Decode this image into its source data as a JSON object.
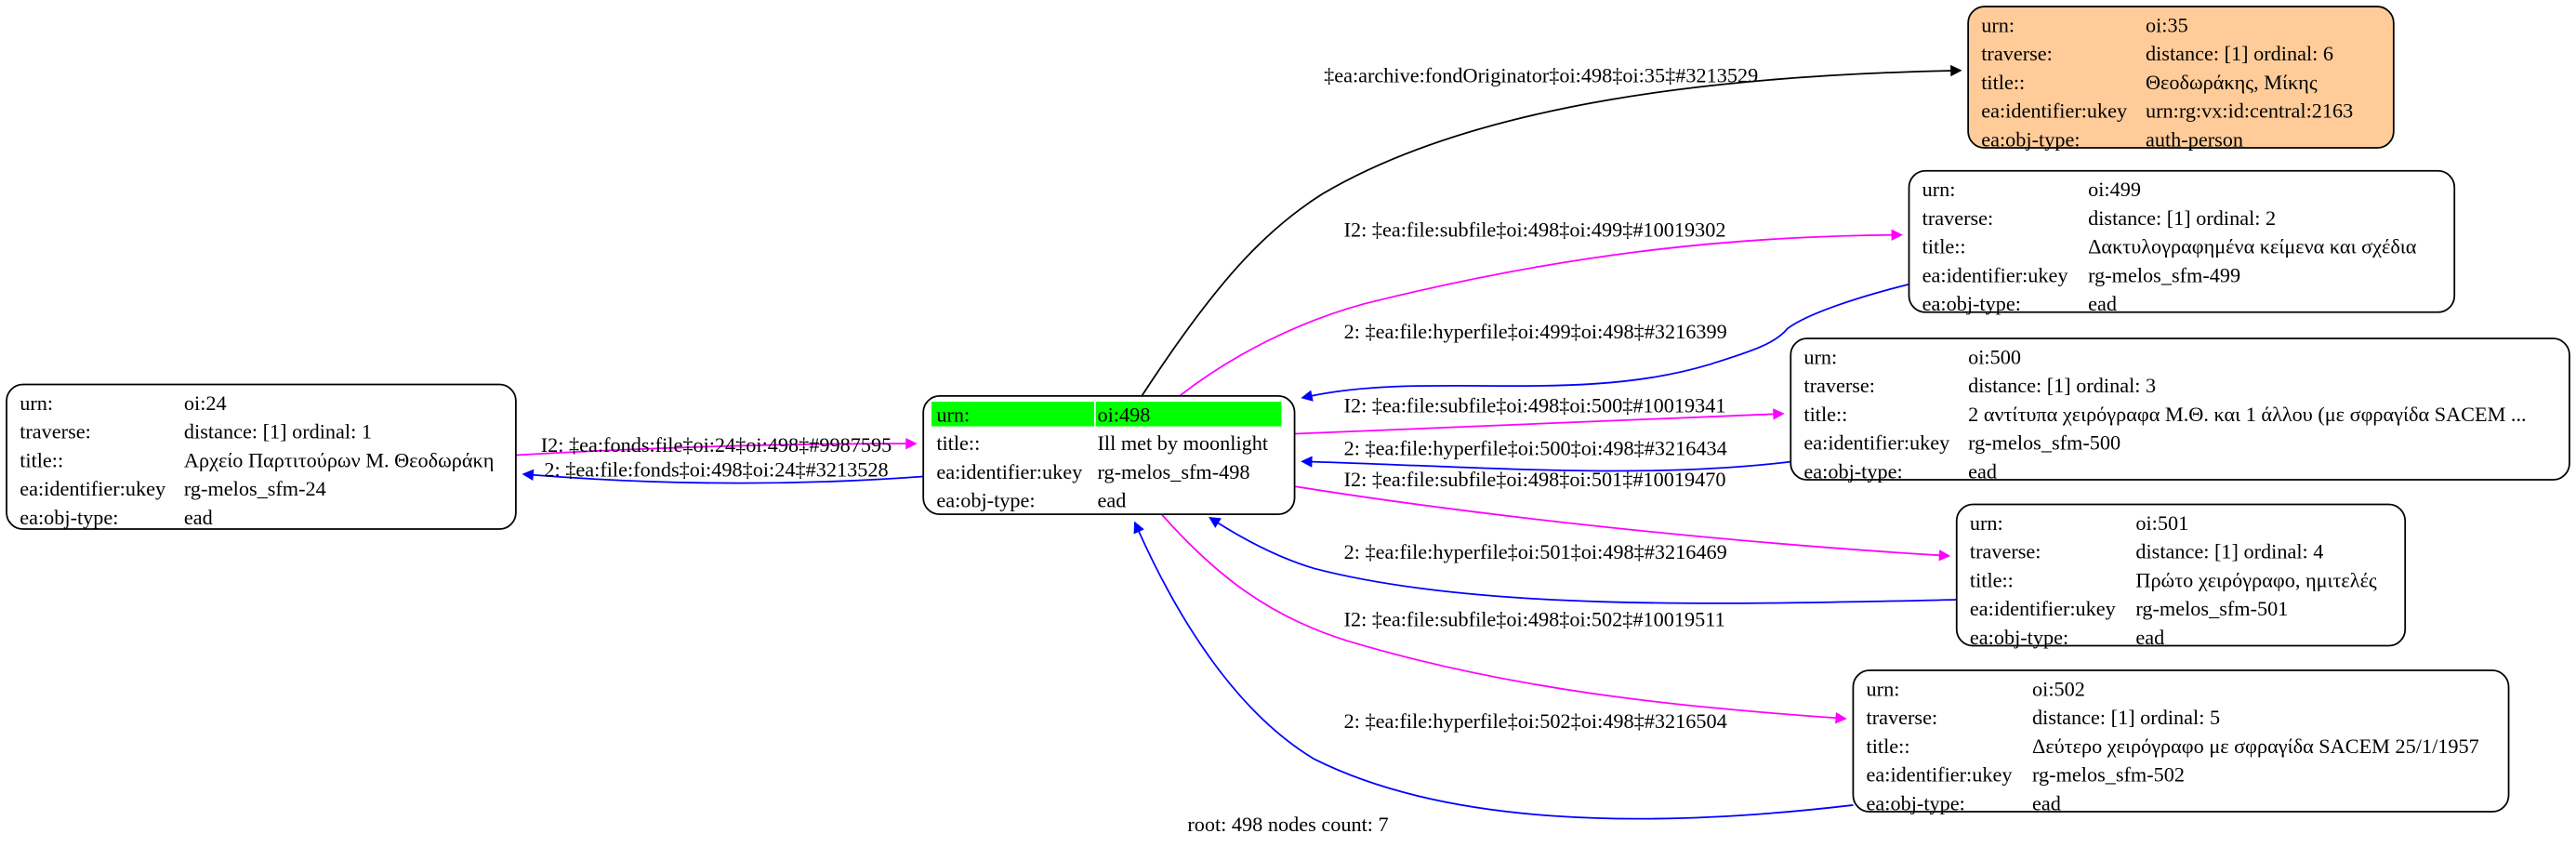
{
  "colors": {
    "subfile": "#ff00ff",
    "hyperfile": "#0000ff",
    "originator": "#000000",
    "root_highlight": "#00ff00",
    "person_fill": "#ffcc99",
    "node_fill": "#ffffff"
  },
  "nodes": [
    {
      "id": "n24",
      "fill": "#ffffff",
      "highlight": false,
      "rows": [
        [
          "urn:",
          "oi:24"
        ],
        [
          "traverse:",
          "distance: [1]     ordinal: 1"
        ],
        [
          "title::",
          "Αρχείο Παρτιτούρων Μ. Θεοδωράκη"
        ],
        [
          "ea:identifier:ukey",
          "rg-melos_sfm-24"
        ],
        [
          "ea:obj-type:",
          "ead"
        ]
      ]
    },
    {
      "id": "n498",
      "fill": "#ffffff",
      "highlight": true,
      "rows": [
        [
          "urn:",
          "oi:498"
        ],
        [
          "title::",
          "Ill met by moonlight"
        ],
        [
          "ea:identifier:ukey",
          "rg-melos_sfm-498"
        ],
        [
          "ea:obj-type:",
          "ead"
        ]
      ]
    },
    {
      "id": "n35",
      "fill": "#ffcc99",
      "highlight": false,
      "rows": [
        [
          "urn:",
          "oi:35"
        ],
        [
          "traverse:",
          "distance: [1]     ordinal: 6"
        ],
        [
          "title::",
          "Θεοδωράκης, Μίκης"
        ],
        [
          "ea:identifier:ukey",
          "urn:rg:vx:id:central:2163"
        ],
        [
          "ea:obj-type:",
          "auth-person"
        ]
      ]
    },
    {
      "id": "n499",
      "fill": "#ffffff",
      "highlight": false,
      "rows": [
        [
          "urn:",
          "oi:499"
        ],
        [
          "traverse:",
          "distance: [1]     ordinal: 2"
        ],
        [
          "title::",
          "Δακτυλογραφημένα κείμενα και σχέδια"
        ],
        [
          "ea:identifier:ukey",
          "rg-melos_sfm-499"
        ],
        [
          "ea:obj-type:",
          "ead"
        ]
      ]
    },
    {
      "id": "n500",
      "fill": "#ffffff",
      "highlight": false,
      "rows": [
        [
          "urn:",
          "oi:500"
        ],
        [
          "traverse:",
          "distance: [1]     ordinal: 3"
        ],
        [
          "title::",
          "2 αντίτυπα χειρόγραφα Μ.Θ. και 1 άλλου (με σφραγίδα SACEM ..."
        ],
        [
          "ea:identifier:ukey",
          "rg-melos_sfm-500"
        ],
        [
          "ea:obj-type:",
          "ead"
        ]
      ]
    },
    {
      "id": "n501",
      "fill": "#ffffff",
      "highlight": false,
      "rows": [
        [
          "urn:",
          "oi:501"
        ],
        [
          "traverse:",
          "distance: [1]     ordinal: 4"
        ],
        [
          "title::",
          "Πρώτο χειρόγραφο, ημιτελές"
        ],
        [
          "ea:identifier:ukey",
          "rg-melos_sfm-501"
        ],
        [
          "ea:obj-type:",
          "ead"
        ]
      ]
    },
    {
      "id": "n502",
      "fill": "#ffffff",
      "highlight": false,
      "rows": [
        [
          "urn:",
          "oi:502"
        ],
        [
          "traverse:",
          "distance: [1]     ordinal: 5"
        ],
        [
          "title::",
          "Δεύτερο χειρόγραφο με σφραγίδα SACEM 25/1/1957"
        ],
        [
          "ea:identifier:ukey",
          "rg-melos_sfm-502"
        ],
        [
          "ea:obj-type:",
          "ead"
        ]
      ]
    }
  ],
  "edges": [
    {
      "id": "e1",
      "from": "n498",
      "to": "n35",
      "color": "#000000",
      "label": "‡ea:archive:fondOriginator‡oi:498‡oi:35‡#3213529"
    },
    {
      "id": "e2",
      "from": "n498",
      "to": "n499",
      "color": "#ff00ff",
      "label": "I2: ‡ea:file:subfile‡oi:498‡oi:499‡#10019302"
    },
    {
      "id": "e3",
      "from": "n499",
      "to": "n498",
      "color": "#0000ff",
      "label": "2: ‡ea:file:hyperfile‡oi:499‡oi:498‡#3216399"
    },
    {
      "id": "e4",
      "from": "n498",
      "to": "n500",
      "color": "#ff00ff",
      "label": "I2: ‡ea:file:subfile‡oi:498‡oi:500‡#10019341"
    },
    {
      "id": "e5",
      "from": "n500",
      "to": "n498",
      "color": "#0000ff",
      "label": "2: ‡ea:file:hyperfile‡oi:500‡oi:498‡#3216434"
    },
    {
      "id": "e6",
      "from": "n498",
      "to": "n501",
      "color": "#ff00ff",
      "label": "I2: ‡ea:file:subfile‡oi:498‡oi:501‡#10019470"
    },
    {
      "id": "e7",
      "from": "n501",
      "to": "n498",
      "color": "#0000ff",
      "label": "2: ‡ea:file:hyperfile‡oi:501‡oi:498‡#3216469"
    },
    {
      "id": "e8",
      "from": "n498",
      "to": "n502",
      "color": "#ff00ff",
      "label": "I2: ‡ea:file:subfile‡oi:498‡oi:502‡#10019511"
    },
    {
      "id": "e9",
      "from": "n502",
      "to": "n498",
      "color": "#0000ff",
      "label": "2: ‡ea:file:hyperfile‡oi:502‡oi:498‡#3216504"
    },
    {
      "id": "e10",
      "from": "n24",
      "to": "n498",
      "color": "#ff00ff",
      "label": "I2: ‡ea:fonds:file‡oi:24‡oi:498‡#9987595"
    },
    {
      "id": "e11",
      "from": "n498",
      "to": "n24",
      "color": "#0000ff",
      "label": "2: ‡ea:file:fonds‡oi:498‡oi:24‡#3213528"
    }
  ],
  "footer": "root: 498 nodes count: 7"
}
